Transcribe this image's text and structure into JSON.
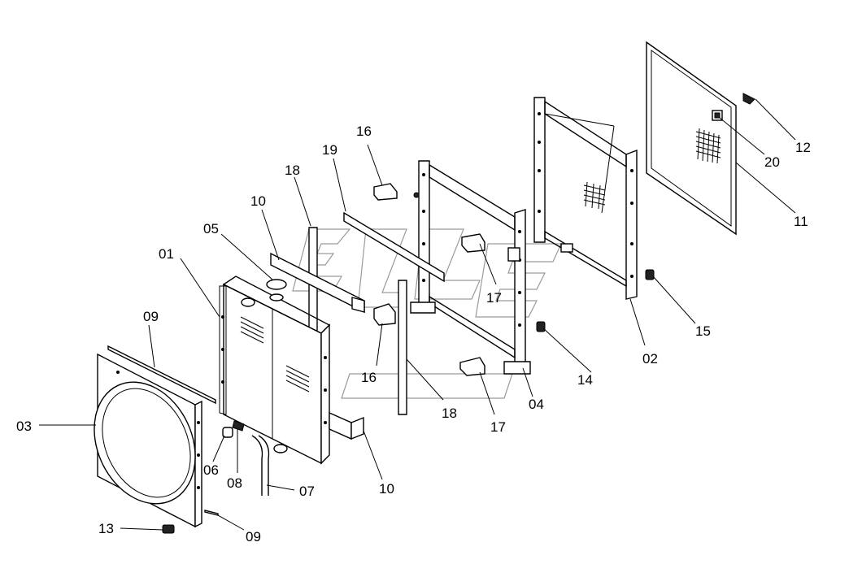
{
  "diagram": {
    "labels": {
      "l01": "01",
      "l02": "02",
      "l03": "03",
      "l04": "04",
      "l05": "05",
      "l06": "06",
      "l07": "07",
      "l08": "08",
      "l09a": "09",
      "l09b": "09",
      "l10a": "10",
      "l10b": "10",
      "l11": "11",
      "l12": "12",
      "l13": "13",
      "l14": "14",
      "l15": "15",
      "l16a": "16",
      "l16b": "16",
      "l17a": "17",
      "l17b": "17",
      "l18a": "18",
      "l18b": "18",
      "l19": "19",
      "l20": "20"
    }
  }
}
